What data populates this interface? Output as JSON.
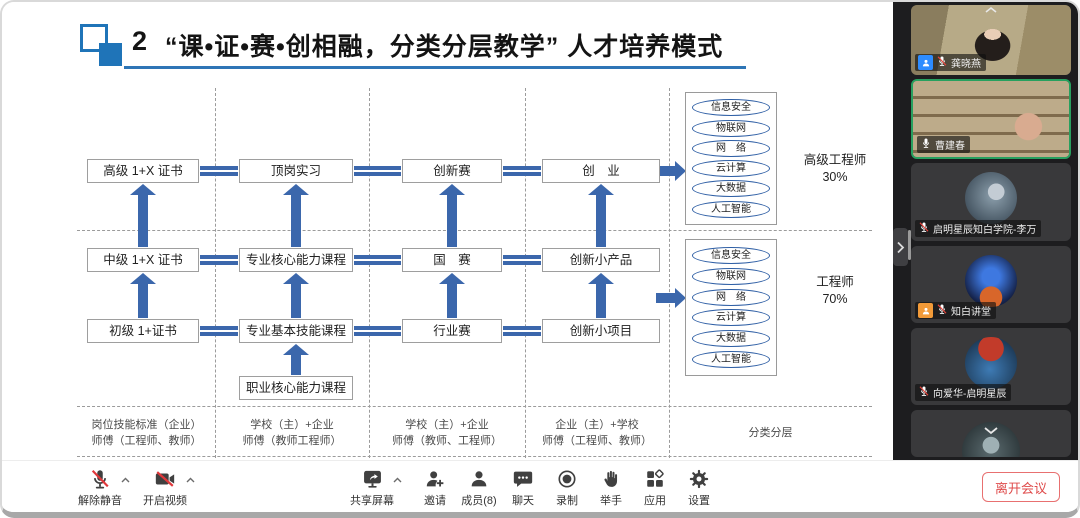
{
  "slide": {
    "title": {
      "number": "2",
      "text": "“课•证•赛•创相融，分类分层教学” 人才培养模式"
    },
    "diagram": {
      "rows": [
        {
          "boxes": [
            "高级 1+X 证书",
            "顶岗实习",
            "创新赛",
            "创　业"
          ]
        },
        {
          "boxes": [
            "中级 1+X 证书",
            "专业核心能力课程",
            "国　赛",
            "创新小产品"
          ]
        },
        {
          "boxes": [
            "初级 1+证书",
            "专业基本技能课程",
            "行业赛",
            "创新小项目"
          ]
        }
      ],
      "base_box": "职业核心能力课程",
      "groups": [
        {
          "items": [
            "信息安全",
            "物联网",
            "网　络",
            "云计算",
            "大数据",
            "人工智能"
          ],
          "label": "高级工程师",
          "percent": "30%"
        },
        {
          "items": [
            "信息安全",
            "物联网",
            "网　络",
            "云计算",
            "大数据",
            "人工智能"
          ],
          "label": "工程师",
          "percent": "70%"
        }
      ],
      "bottom": [
        {
          "l1": "岗位技能标准（企业）",
          "l2": "师傅（工程师、教师）"
        },
        {
          "l1": "学校（主）+企业",
          "l2": "师傅（教师工程师）"
        },
        {
          "l1": "学校（主）+企业",
          "l2": "师傅（教师、工程师）"
        },
        {
          "l1": "企业（主）+学校",
          "l2": "师傅（工程师、教师）"
        },
        {
          "l1": "分类分层",
          "l2": ""
        }
      ]
    }
  },
  "sidebar": {
    "participants": [
      {
        "name": "龚晓燕",
        "mic": "muted",
        "badge": "host"
      },
      {
        "name": "曹建春",
        "mic": "on",
        "active": true
      },
      {
        "name": "启明星辰知白学院-李万",
        "mic": "muted"
      },
      {
        "name": "知白讲堂",
        "mic": "muted",
        "badge": "cohost"
      },
      {
        "name": "向爱华-启明星辰",
        "mic": "muted"
      },
      {
        "name": "",
        "mic": "hidden"
      }
    ]
  },
  "toolbar": {
    "mute": "解除静音",
    "video": "开启视频",
    "share": "共享屏幕",
    "invite": "邀请",
    "members": "成员(8)",
    "chat": "聊天",
    "record": "录制",
    "hand": "举手",
    "apps": "应用",
    "settings": "设置",
    "leave": "离开会议"
  },
  "colors": {
    "accent_blue": "#2e75b6",
    "arrow_blue": "#3b67ac",
    "active_green": "#27a05f",
    "danger_red": "#df4b4b",
    "host_badge": "#2d8cff",
    "cohost_badge": "#f29a38"
  }
}
